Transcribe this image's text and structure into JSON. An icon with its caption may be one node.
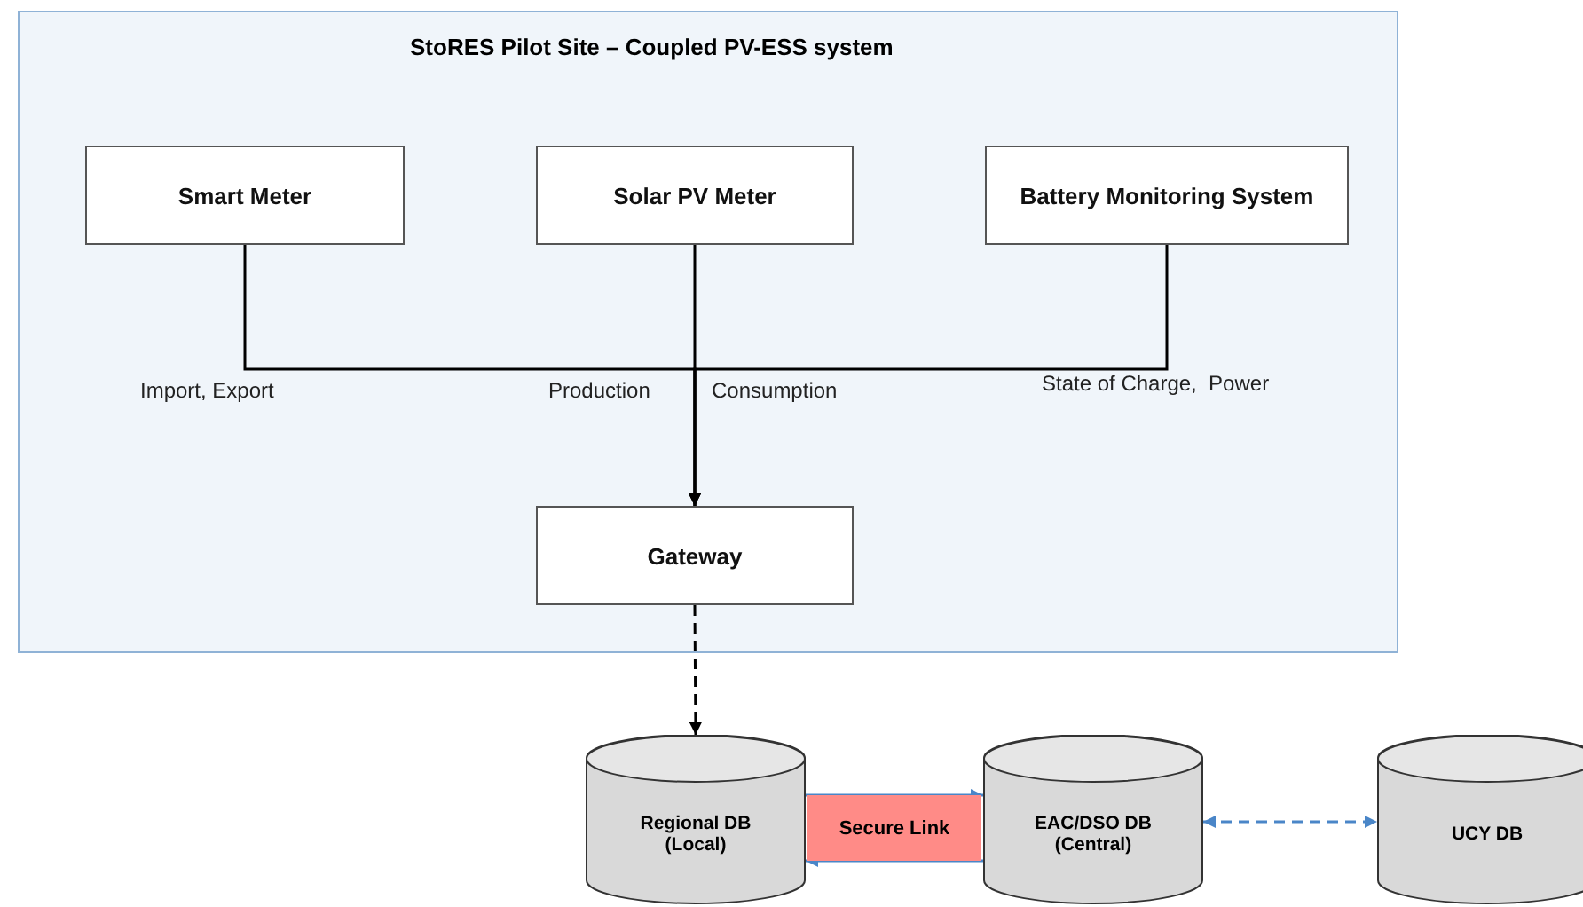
{
  "diagram": {
    "nodes": [
      {
        "text": [
          "StoRES Pilot Site – Coupled PV-ESS system"
        ]
      },
      {
        "text": [
          "Smart Meter"
        ],
        "in": 0
      },
      {
        "text": [
          "Solar PV Meter"
        ],
        "in": 0
      },
      {
        "text": [
          "Battery Monitoring System"
        ],
        "in": 0
      },
      {
        "text": [
          "Gateway"
        ],
        "in": 0
      },
      {
        "text": [
          "Regional DB (Local)"
        ]
      },
      {
        "text": [
          "Secure Link"
        ]
      },
      {
        "text": [
          "EAC/DSO DB (Central)"
        ]
      },
      {
        "text": [
          "UCY DB"
        ]
      }
    ],
    "edges": [
      {
        "from": 1,
        "to": 4,
        "arrow": "to"
      },
      {
        "from": 2,
        "to": 4,
        "arrow": "to"
      },
      {
        "from": 3,
        "to": 4,
        "arrow": "to"
      },
      {
        "from": 4,
        "to": 5,
        "arrow": "to",
        "style": "dashed"
      },
      {
        "from": 5,
        "to": 7,
        "arrow": "to",
        "color": "#4a86c8"
      },
      {
        "from": 7,
        "to": 5,
        "arrow": "to",
        "color": "#4a86c8"
      },
      {
        "from": 7,
        "to": 8,
        "arrow": "both",
        "style": "dashed",
        "color": "#4a86c8"
      }
    ],
    "labels": [
      "Import, Export",
      "Production",
      "Consumption",
      "State of Charge,  Power"
    ]
  }
}
